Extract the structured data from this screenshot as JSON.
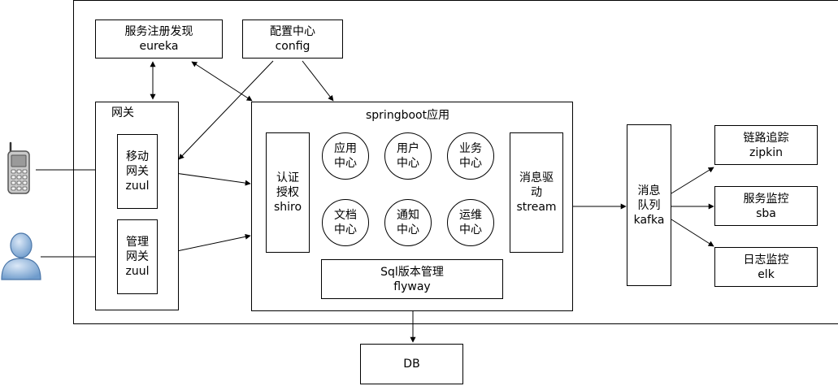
{
  "registry": {
    "line1": "服务注册发现",
    "line2": "eureka"
  },
  "config": {
    "line1": "配置中心",
    "line2": "config"
  },
  "gateway": {
    "title": "网关",
    "mobile": {
      "line1": "移动",
      "line2": "网关",
      "line3": "zuul"
    },
    "admin": {
      "line1": "管理",
      "line2": "网关",
      "line3": "zuul"
    }
  },
  "app": {
    "title": "springboot应用",
    "auth": {
      "line1": "认证",
      "line2": "授权",
      "line3": "shiro"
    },
    "services": [
      {
        "line1": "应用",
        "line2": "中心"
      },
      {
        "line1": "用户",
        "line2": "中心"
      },
      {
        "line1": "业务",
        "line2": "中心"
      },
      {
        "line1": "文档",
        "line2": "中心"
      },
      {
        "line1": "通知",
        "line2": "中心"
      },
      {
        "line1": "运维",
        "line2": "中心"
      }
    ],
    "stream": {
      "line1": "消息驱",
      "line2": "动",
      "line3": "stream"
    },
    "flyway": {
      "line1": "Sql版本管理",
      "line2": "flyway"
    }
  },
  "queue": {
    "line1": "消息",
    "line2": "队列",
    "line3": "kafka"
  },
  "monitors": [
    {
      "line1": "链路追踪",
      "line2": "zipkin"
    },
    {
      "line1": "服务监控",
      "line2": "sba"
    },
    {
      "line1": "日志监控",
      "line2": "elk"
    }
  ],
  "db": {
    "label": "DB"
  },
  "icons": {
    "phone": "mobile-phone-icon",
    "user": "user-icon"
  }
}
